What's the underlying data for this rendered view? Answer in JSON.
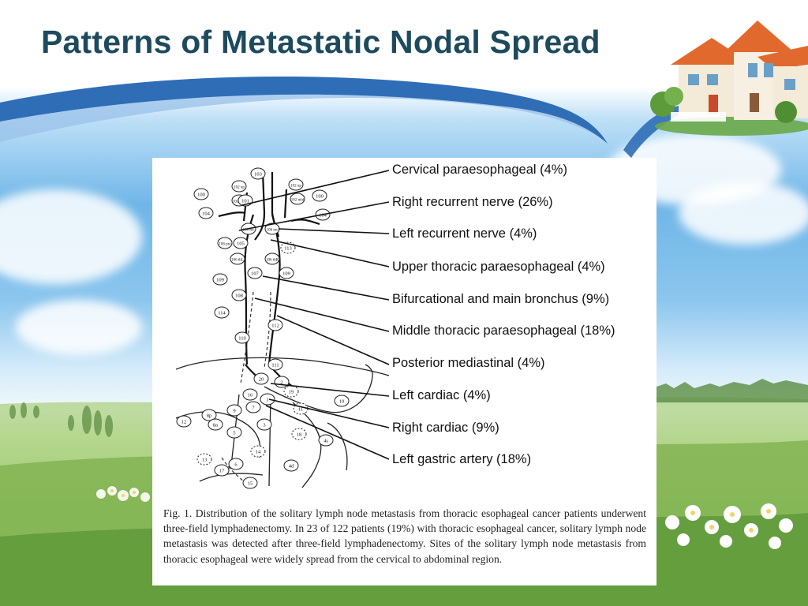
{
  "slide": {
    "title": "Patterns of Metastatic Nodal Spread"
  },
  "figure": {
    "labels": [
      "Cervical paraesophageal (4%)",
      "Right recurrent nerve (26%)",
      "Left recurrent nerve (4%)",
      "Upper thoracic paraesophageal (4%)",
      "Bifurcational and main bronchus (9%)",
      "Middle thoracic paraesophageal (18%)",
      "Posterior mediastinal (4%)",
      "Left cardiac (4%)",
      "Right cardiac (9%)",
      "Left gastric artery (18%)"
    ],
    "caption": "Fig. 1. Distribution of the solitary lymph node metastasis from thoracic esophageal cancer patients underwent three-field lymphadenectomy. In 23 of 122 patients (19%) with thoracic esophageal cancer, solitary lymph node metastasis was detected after three-field lymphadenectomy. Sites of the solitary lymph node metastasis from thoracic esophageal were widely spread from the cervical to abdominal region.",
    "node_numbers": [
      "103",
      "102 up",
      "102 up",
      "100",
      "102 mid",
      "101",
      "102 mid",
      "100",
      "104",
      "104",
      "106 rec",
      "106 rec",
      "105",
      "106 pre",
      "113",
      "106 tbL",
      "106 tbR",
      "107",
      "109",
      "109",
      "108",
      "114",
      "112",
      "110",
      "111",
      "20",
      "2",
      "19",
      "16",
      "9",
      "7",
      "1",
      "11",
      "10",
      "8p",
      "8a",
      "12",
      "5",
      "3",
      "18",
      "4s",
      "13",
      "14",
      "6",
      "17",
      "15",
      "4d"
    ],
    "colors": {
      "title": "#1e4a5e",
      "swoosh_dark": "#2f6db6",
      "swoosh_light": "#9cc3ea"
    }
  }
}
